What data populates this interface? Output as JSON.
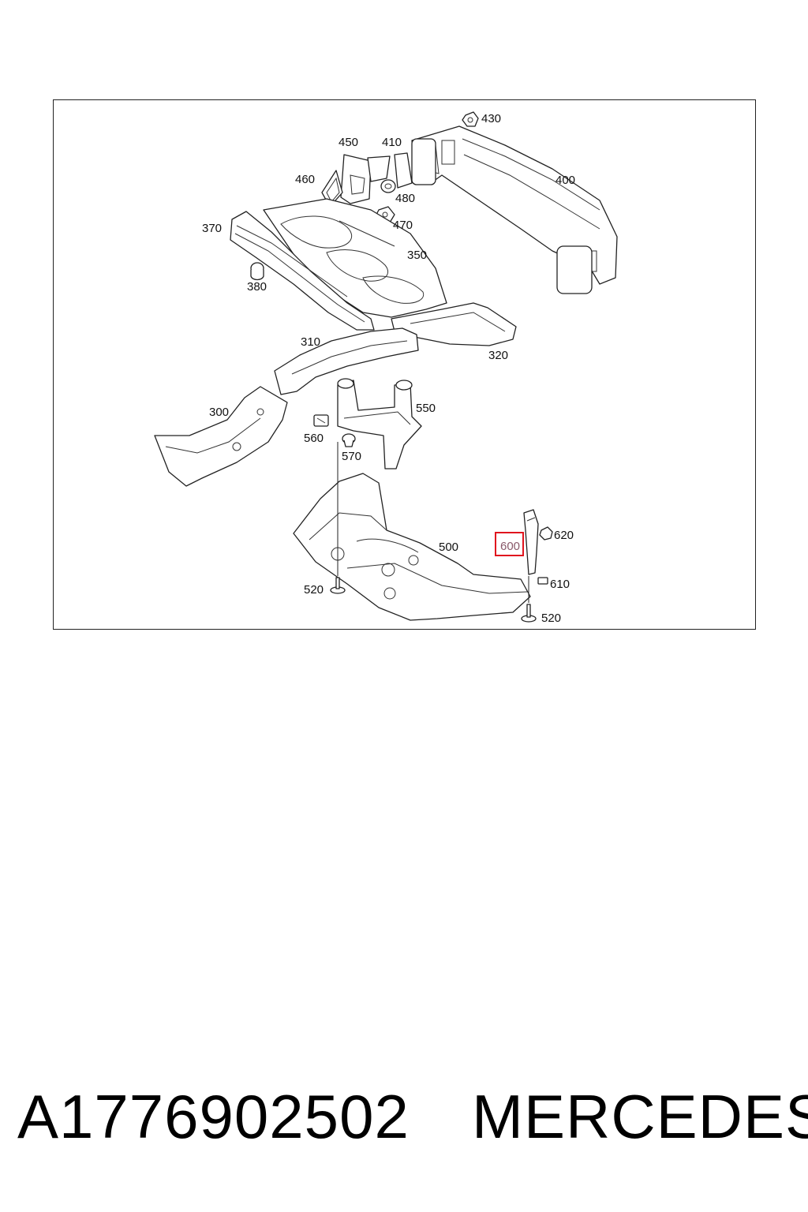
{
  "diagram": {
    "callouts": {
      "c430": "430",
      "c450": "450",
      "c410": "410",
      "c400": "400",
      "c460": "460",
      "c480": "480",
      "c470": "470",
      "c370": "370",
      "c350": "350",
      "c380": "380",
      "c310": "310",
      "c320": "320",
      "c300": "300",
      "c550": "550",
      "c560": "560",
      "c570": "570",
      "c620": "620",
      "c500": "500",
      "c600": "600",
      "c610": "610",
      "c520a": "520",
      "c520b": "520"
    },
    "highlighted_callout": "600",
    "highlight_color": "#e0141e",
    "highlight_text_color": "#8a5a6a"
  },
  "footer": {
    "part_number": "A1776902502",
    "brand": "MERCEDES"
  }
}
